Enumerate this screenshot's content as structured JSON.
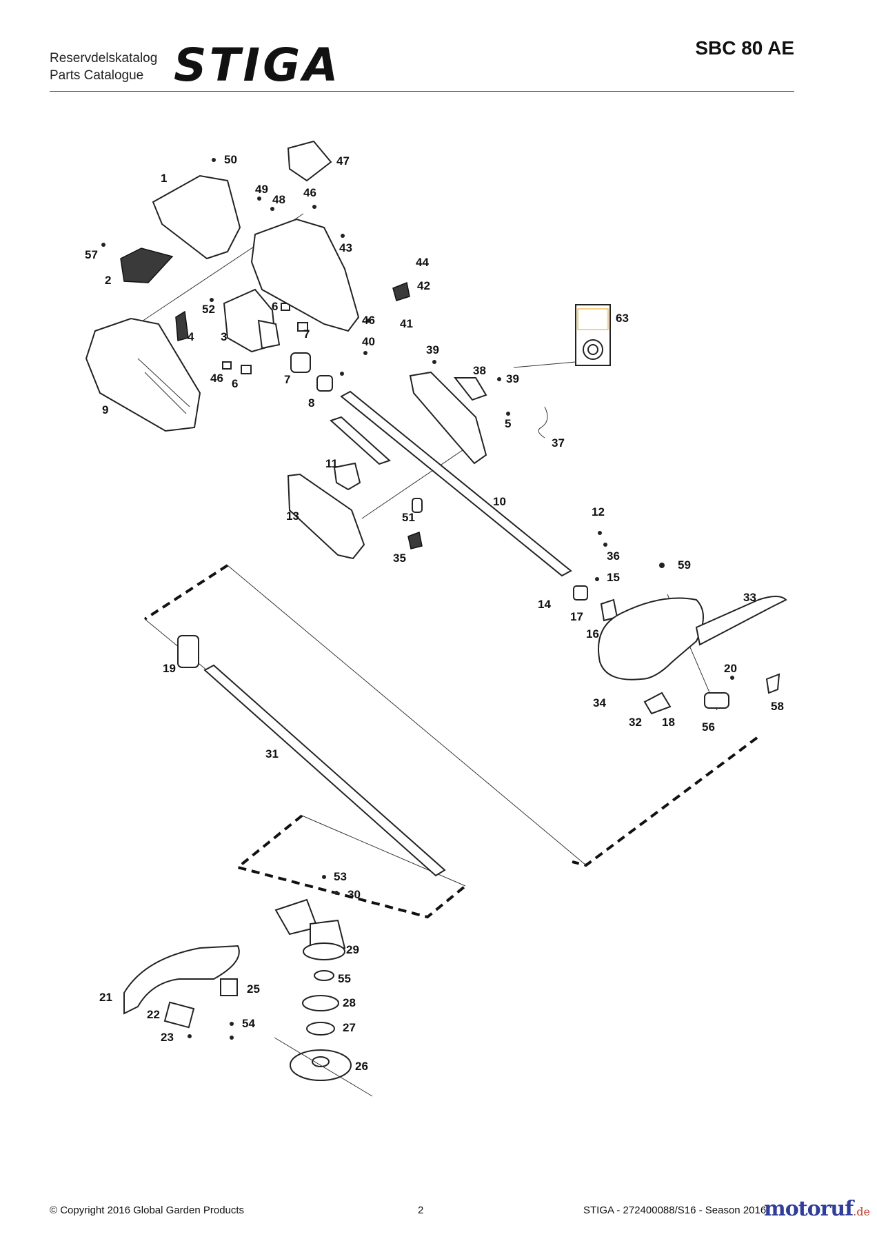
{
  "header": {
    "catalogue_se": "Reservdelskatalog",
    "catalogue_en": "Parts Catalogue",
    "brand": "STIGA",
    "model": "SBC 80 AE"
  },
  "footer": {
    "copyright": "© Copyright 2016 Global Garden Products",
    "page": "2",
    "doc_ref": "STIGA - 272400088/S16 - Season 2016"
  },
  "watermark": {
    "name": "motoruf",
    "tld": ".de"
  },
  "callouts": [
    "1",
    "2",
    "3",
    "4",
    "5",
    "6",
    "6",
    "7",
    "7",
    "8",
    "9",
    "10",
    "11",
    "12",
    "13",
    "14",
    "15",
    "16",
    "17",
    "18",
    "19",
    "20",
    "21",
    "22",
    "23",
    "25",
    "26",
    "27",
    "28",
    "29",
    "30",
    "31",
    "32",
    "33",
    "34",
    "35",
    "36",
    "37",
    "38",
    "39",
    "39",
    "40",
    "41",
    "42",
    "43",
    "44",
    "46",
    "46",
    "46",
    "47",
    "48",
    "49",
    "50",
    "51",
    "52",
    "53",
    "54",
    "55",
    "56",
    "57",
    "58",
    "59",
    "63"
  ]
}
